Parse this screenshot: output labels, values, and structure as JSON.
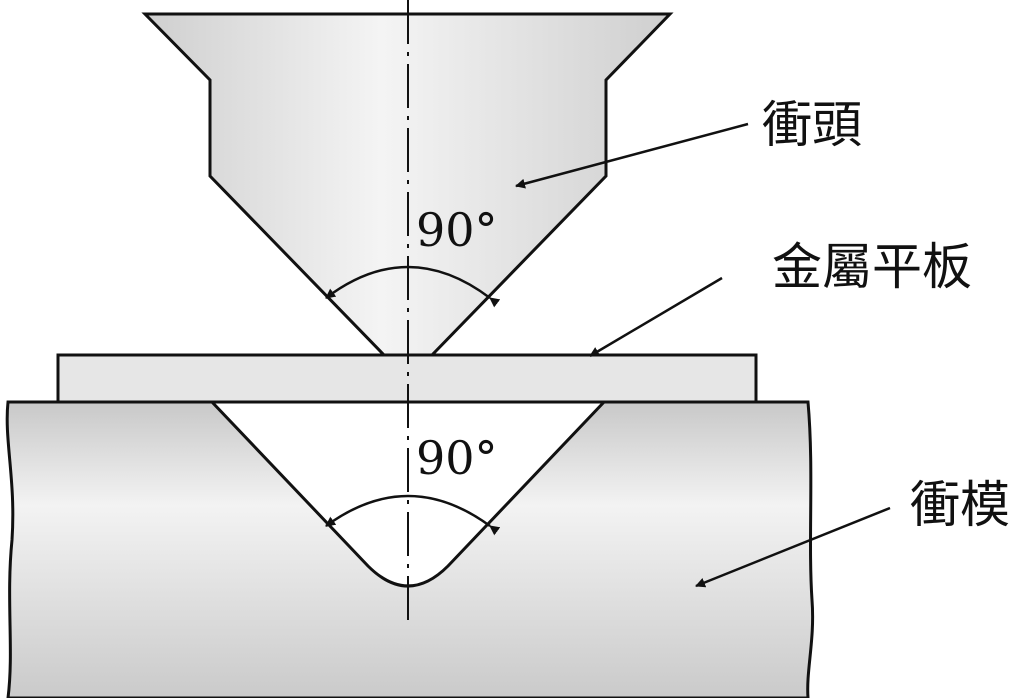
{
  "labels": {
    "punch": "衝頭",
    "sheet": "金屬平板",
    "die": "衝模",
    "punch_angle": "90°",
    "die_angle": "90°"
  },
  "colors": {
    "outline": "#111111",
    "metal_light": "#f2f2f2",
    "metal_dark": "#c9c9c9",
    "sheet_fill": "#e6e6e6"
  }
}
